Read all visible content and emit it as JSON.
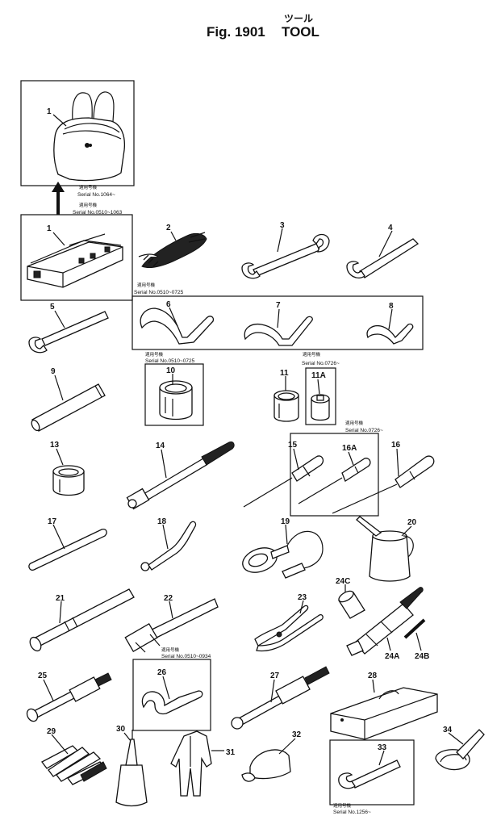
{
  "header": {
    "fig_label": "Fig. 1901",
    "title_jp": "ツール",
    "title_en": "TOOL"
  },
  "applicability_jp": "適用号機",
  "serials": {
    "s1": "Serial No.1064~",
    "s2": "Serial No.0510~1063",
    "s3": "Serial No.0510~0725",
    "s4": "Serial No.0510~0725",
    "s5": "Serial No.0726~",
    "s6": "Serial No.0726~",
    "s7": "Serial No.0510~0934",
    "s8": "Serial No.1256~"
  },
  "parts": [
    {
      "key": "p1a",
      "no": "1",
      "name": "tool-bag"
    },
    {
      "key": "p1b",
      "no": "1",
      "name": "tool-box"
    },
    {
      "key": "p2",
      "no": "2",
      "name": "wrench-set"
    },
    {
      "key": "p3",
      "no": "3",
      "name": "double-end-wrench"
    },
    {
      "key": "p4",
      "no": "4",
      "name": "wrench"
    },
    {
      "key": "p5",
      "no": "5",
      "name": "single-end-wrench"
    },
    {
      "key": "p6",
      "no": "6",
      "name": "hook-wrench"
    },
    {
      "key": "p7",
      "no": "7",
      "name": "hook-wrench"
    },
    {
      "key": "p8",
      "no": "8",
      "name": "hook-wrench"
    },
    {
      "key": "p9",
      "no": "9",
      "name": "bar"
    },
    {
      "key": "p10",
      "no": "10",
      "name": "socket"
    },
    {
      "key": "p11",
      "no": "11",
      "name": "socket"
    },
    {
      "key": "p11a",
      "no": "11A",
      "name": "socket"
    },
    {
      "key": "p13",
      "no": "13",
      "name": "socket"
    },
    {
      "key": "p14",
      "no": "14",
      "name": "handle"
    },
    {
      "key": "p15",
      "no": "15",
      "name": "screwdriver"
    },
    {
      "key": "p16a",
      "no": "16A",
      "name": "screwdriver"
    },
    {
      "key": "p16",
      "no": "16",
      "name": "screwdriver"
    },
    {
      "key": "p17",
      "no": "17",
      "name": "bar"
    },
    {
      "key": "p18",
      "no": "18",
      "name": "lever"
    },
    {
      "key": "p19",
      "no": "19",
      "name": "funnel"
    },
    {
      "key": "p20",
      "no": "20",
      "name": "oil-can"
    },
    {
      "key": "p21",
      "no": "21",
      "name": "handle"
    },
    {
      "key": "p22",
      "no": "22",
      "name": "hammer"
    },
    {
      "key": "p23",
      "no": "23",
      "name": "pliers"
    },
    {
      "key": "p24c",
      "no": "24C",
      "name": "nozzle"
    },
    {
      "key": "p24a",
      "no": "24A",
      "name": "grease-gun"
    },
    {
      "key": "p24b",
      "no": "24B",
      "name": "nozzle-pipe"
    },
    {
      "key": "p25",
      "no": "25",
      "name": "extension"
    },
    {
      "key": "p26",
      "no": "26",
      "name": "hook-wrench"
    },
    {
      "key": "p27",
      "no": "27",
      "name": "extension"
    },
    {
      "key": "p28",
      "no": "28",
      "name": "tool-case"
    },
    {
      "key": "p29",
      "no": "29",
      "name": "feeler-gauge"
    },
    {
      "key": "p30",
      "no": "30",
      "name": "oiler"
    },
    {
      "key": "p31",
      "no": "31",
      "name": "coveralls"
    },
    {
      "key": "p32",
      "no": "32",
      "name": "cap"
    },
    {
      "key": "p33",
      "no": "33",
      "name": "adjustable-wrench"
    },
    {
      "key": "p34",
      "no": "34",
      "name": "filter-wrench"
    }
  ]
}
